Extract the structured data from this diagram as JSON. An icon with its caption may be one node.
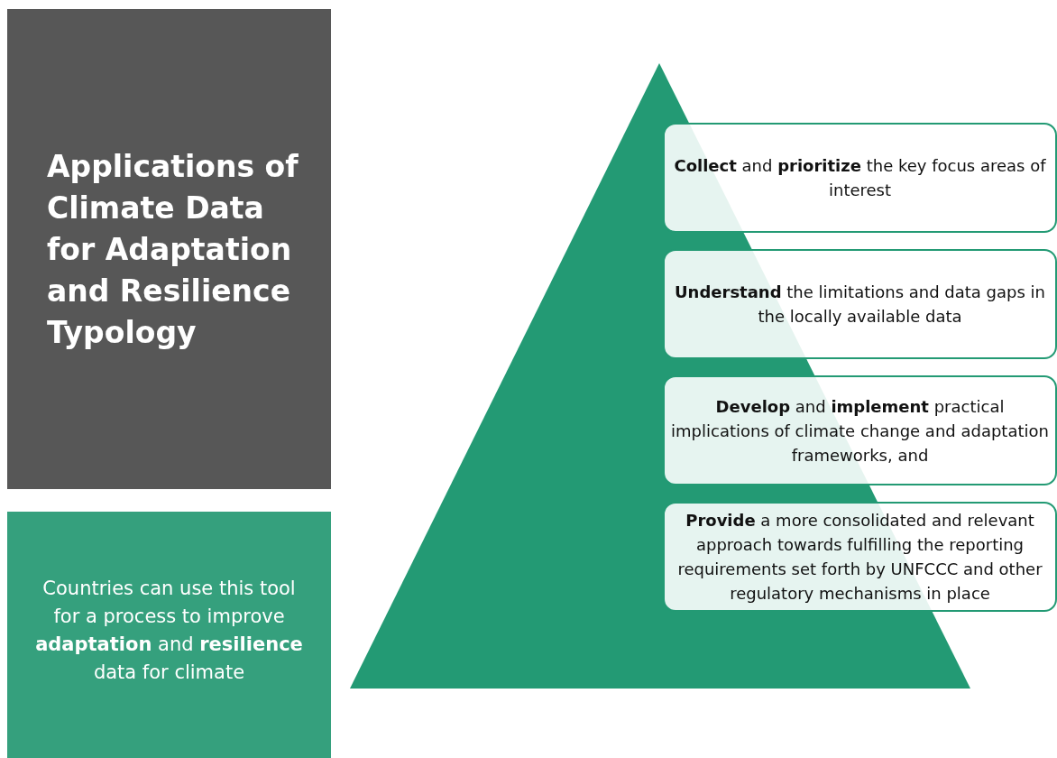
{
  "diagram": {
    "nodes": [
      {
        "text": [
          "Applications of Climate Data for Adaptation and Resilience Typology"
        ]
      },
      {
        "text": [
          "Countries can use this tool for a process to improve **adaptation** and **resilience** data for climate"
        ]
      },
      {
        "text": [],
        "shape": "triangle"
      },
      {
        "text": [
          "**Collect** and **prioritize** the key focus areas of interest"
        ]
      },
      {
        "text": [
          "**Understand** the limitations and data gaps in the locally available data"
        ]
      },
      {
        "text": [
          "**Develop** and **implement** practical implications of climate change and adaptation frameworks, and"
        ]
      },
      {
        "text": [
          "**Provide** a more consolidated and relevant approach towards fulfilling the reporting requirements set forth by UNFCCC and other regulatory mechanisms in place"
        ]
      }
    ]
  }
}
